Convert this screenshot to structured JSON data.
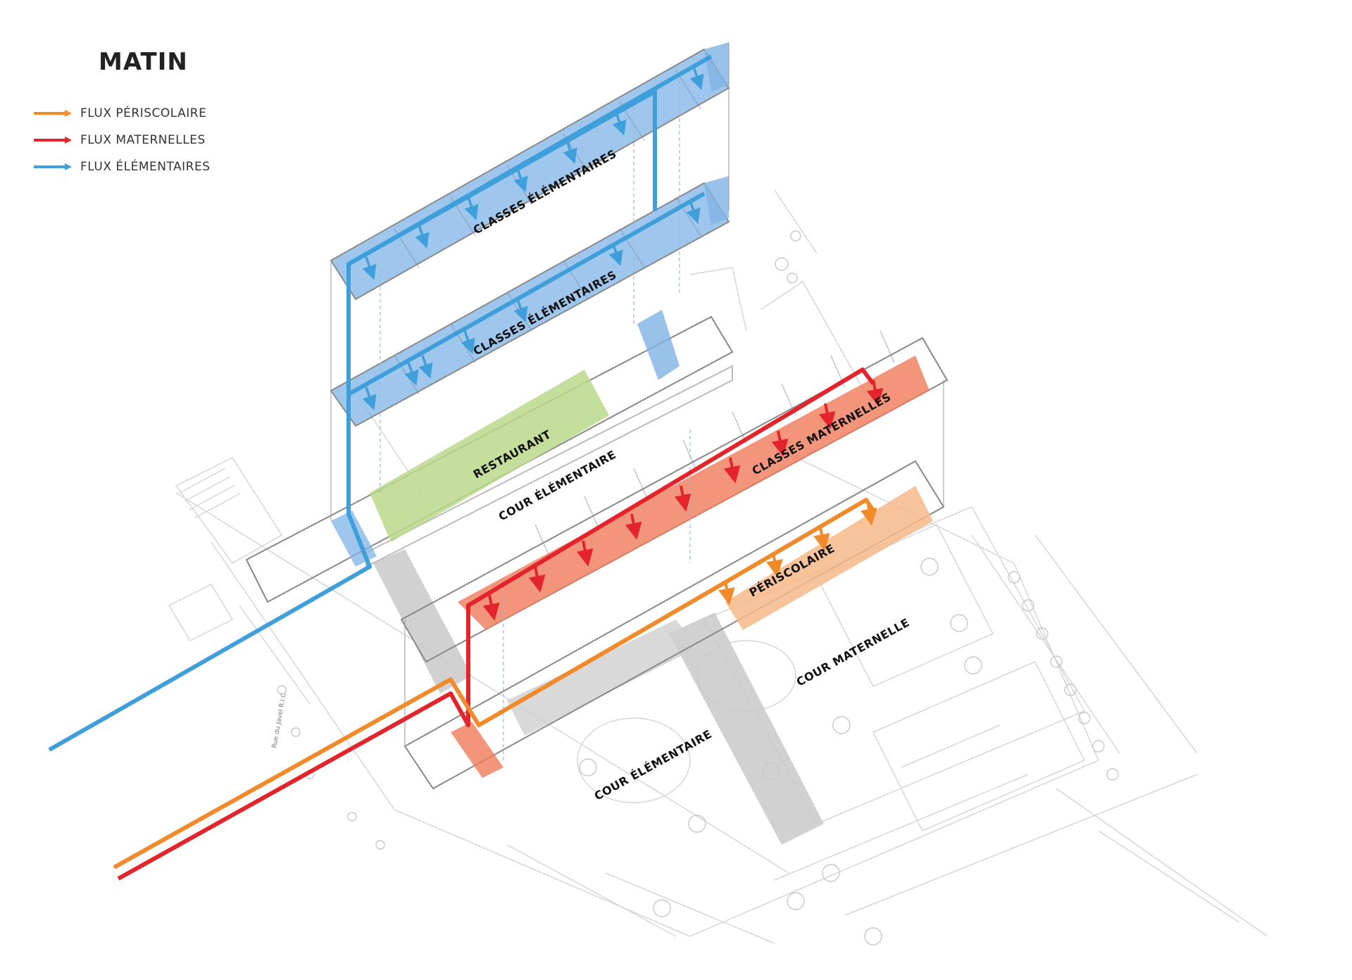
{
  "title": "MATIN",
  "legend": [
    {
      "label": "FLUX PÉRISCOLAIRE",
      "color": "#f08a2b"
    },
    {
      "label": "FLUX MATERNELLES",
      "color": "#e3242b"
    },
    {
      "label": "FLUX ÉLÉMENTAIRES",
      "color": "#3f9fdb"
    }
  ],
  "labels": {
    "classes_elem_top": "CLASSES ÉLÉMENTAIRES",
    "classes_elem_mid": "CLASSES ÉLÉMENTAIRES",
    "restaurant": "RESTAURANT",
    "cour_elem_upper": "COUR ÉLÉMENTAIRE",
    "classes_maternelles": "CLASSES MATERNELLES",
    "periscolaire": "PÉRISCOLAIRE",
    "cour_maternelle": "COUR MATERNELLE",
    "cour_elem_lower": "COUR ÉLÉMENTAIRE",
    "street": "Rue du Javel R.I.C"
  },
  "colors": {
    "elementary": "#3f9fdb",
    "maternelle": "#e3242b",
    "periscolaire": "#f08a2b",
    "elem_fill": "#7fb3e6",
    "mat_fill": "#f07a5a",
    "peri_fill": "#f6b98a",
    "rest_fill": "#b9d98a",
    "grey_fill": "#bdbdbd"
  }
}
